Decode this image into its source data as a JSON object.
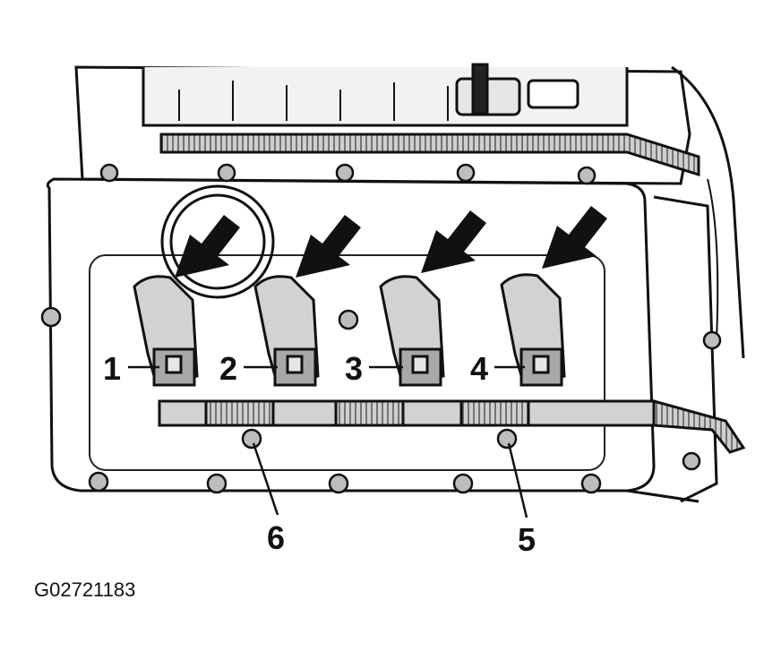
{
  "figure": {
    "figure_id": "G02721183",
    "callouts": [
      {
        "label": "1"
      },
      {
        "label": "2"
      },
      {
        "label": "3"
      },
      {
        "label": "4"
      },
      {
        "label": "5"
      },
      {
        "label": "6"
      }
    ],
    "colors": {
      "line": "#111111",
      "fill_light": "#d2d2d2",
      "fill_mid": "#a8a8a8",
      "background": "#ffffff"
    }
  }
}
